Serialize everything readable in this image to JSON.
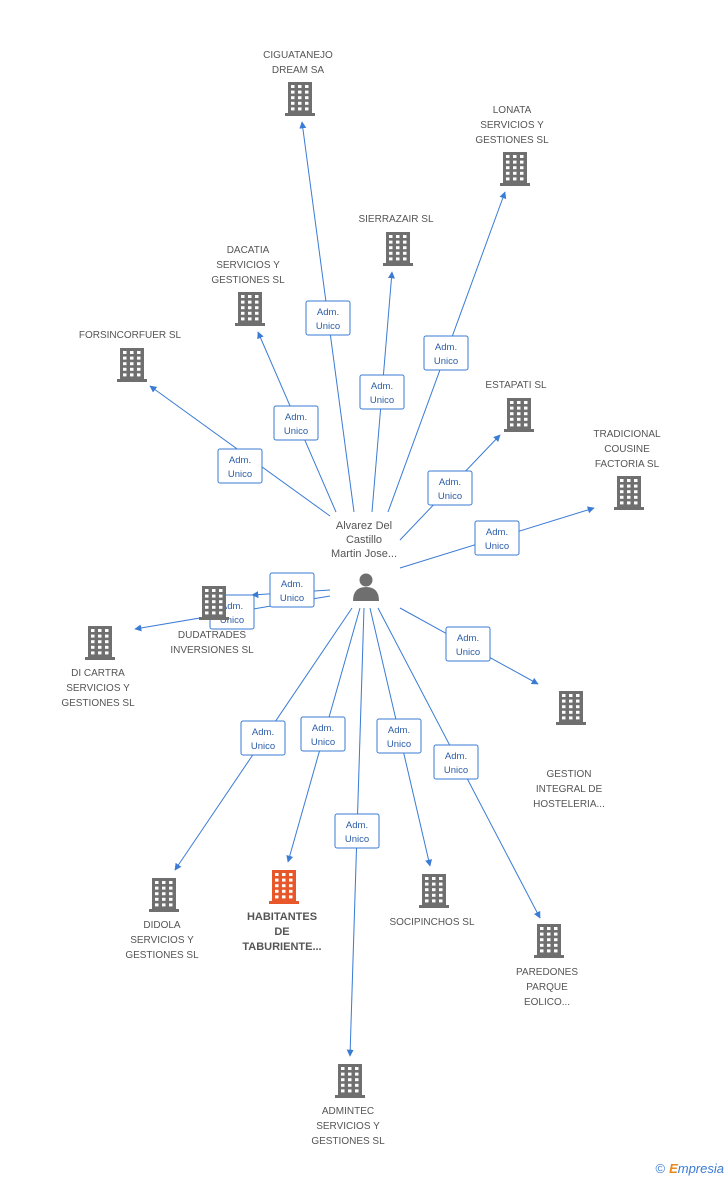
{
  "colors": {
    "edge": "#3a7bd5",
    "building": "#6f6f6f",
    "building_highlight": "#e8572a",
    "person": "#6f6f6f",
    "label": "#555555"
  },
  "center": {
    "label_lines": [
      "Alvarez Del",
      "Castillo",
      "Martin Jose..."
    ],
    "icon": "person-icon"
  },
  "edge_label": [
    "Adm.",
    "Unico"
  ],
  "nodes": [
    {
      "id": "ciguatanejo",
      "label_lines": [
        "CIGUATANEJO",
        "DREAM SA"
      ],
      "highlight": false
    },
    {
      "id": "lonata",
      "label_lines": [
        "LONATA",
        "SERVICIOS Y",
        "GESTIONES SL"
      ],
      "highlight": false
    },
    {
      "id": "sierrazair",
      "label_lines": [
        "SIERRAZAIR SL"
      ],
      "highlight": false
    },
    {
      "id": "dacatia",
      "label_lines": [
        "DACATIA",
        "SERVICIOS Y",
        "GESTIONES SL"
      ],
      "highlight": false
    },
    {
      "id": "forsincorfuer",
      "label_lines": [
        "FORSINCORFUER SL"
      ],
      "highlight": false
    },
    {
      "id": "estapati",
      "label_lines": [
        "ESTAPATI SL"
      ],
      "highlight": false
    },
    {
      "id": "tradicional",
      "label_lines": [
        "TRADICIONAL",
        "COUSINE",
        "FACTORIA SL"
      ],
      "highlight": false
    },
    {
      "id": "dudatrades",
      "label_lines": [
        "DUDATRADES",
        "INVERSIONES SL"
      ],
      "highlight": false
    },
    {
      "id": "dicartra",
      "label_lines": [
        "DI CARTRA",
        "SERVICIOS Y",
        "GESTIONES SL"
      ],
      "highlight": false
    },
    {
      "id": "gestion",
      "label_lines": [
        "GESTION",
        "INTEGRAL DE",
        "HOSTELERIA..."
      ],
      "highlight": false
    },
    {
      "id": "didola",
      "label_lines": [
        "DIDOLA",
        "SERVICIOS Y",
        "GESTIONES SL"
      ],
      "highlight": false
    },
    {
      "id": "habitantes",
      "label_lines": [
        "HABITANTES",
        "DE",
        "TABURIENTE..."
      ],
      "highlight": true
    },
    {
      "id": "socipinchos",
      "label_lines": [
        "SOCIPINCHOS SL"
      ],
      "highlight": false
    },
    {
      "id": "paredones",
      "label_lines": [
        "PAREDONES",
        "PARQUE",
        "EOLICO..."
      ],
      "highlight": false
    },
    {
      "id": "admintec",
      "label_lines": [
        "ADMINTEC",
        "SERVICIOS Y",
        "GESTIONES SL"
      ],
      "highlight": false
    }
  ],
  "footer": {
    "copyright": "©",
    "brand_initial": "E",
    "brand_rest": "mpresia"
  }
}
